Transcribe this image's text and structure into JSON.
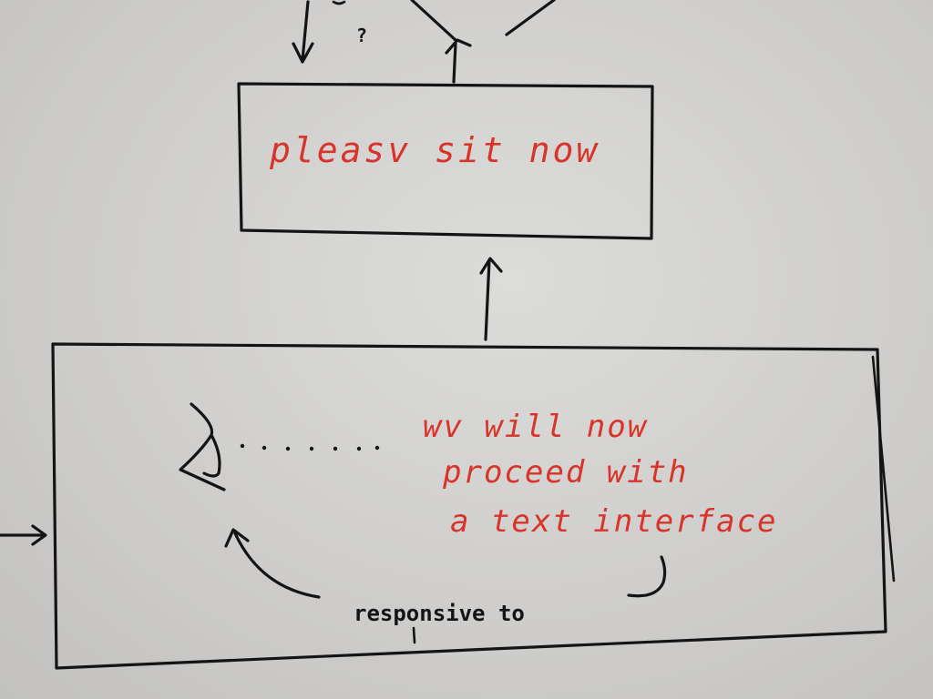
{
  "diagram": {
    "top_box": {
      "text": "pleasv sit now"
    },
    "bottom_box": {
      "line1": "wv will now",
      "line2": "proceed with",
      "line3": "a text interface"
    },
    "annotation": {
      "text": "responsive to"
    },
    "top_fragment": {
      "question_mark": "?"
    },
    "colors": {
      "ink": "#141414",
      "red_ink": "#d8342a",
      "paper": "#d4d3d1"
    },
    "icons": {
      "eye": "eye-icon"
    }
  }
}
